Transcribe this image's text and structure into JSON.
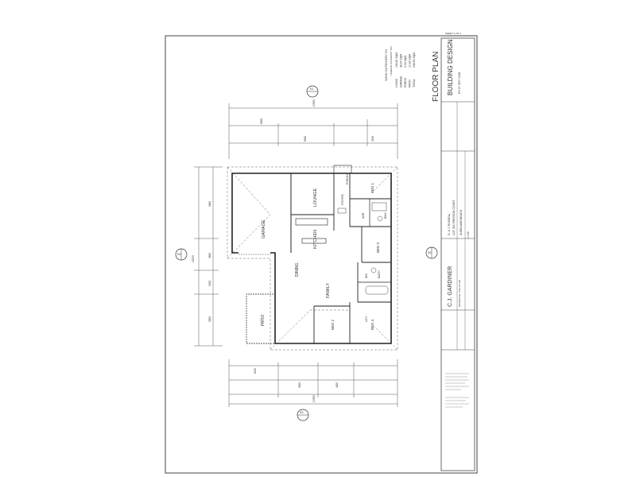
{
  "title_block": {
    "title": "FLOOR PLAN",
    "company": "BUILDING DESIGN",
    "designer": "C.J. GARDINER",
    "client": "G. & J. RUSSELL",
    "location": "LOT 320 TRESSON COURT",
    "suburb": "SUDELAND BEACH",
    "scale": "1:100",
    "phone": "PH 07 3297 0168"
  },
  "wind": {
    "category": "WIND CATEGORY C2",
    "note": "TERRAIN CATEGORY TC2"
  },
  "areas": [
    {
      "label": "LIVING",
      "value": "196.80 SQM"
    },
    {
      "label": "GARAGE",
      "value": "38.67 SQM"
    },
    {
      "label": "PORCH",
      "value": "3.24 SQM"
    },
    {
      "label": "PATIO",
      "value": "10.92 SQM"
    },
    {
      "label": "TOTAL",
      "value": "249.63 SQM"
    }
  ],
  "rooms": {
    "garage": "GARAGE",
    "lounge": "LOUNGE",
    "kitchen": "KITCHEN",
    "dining": "DINING",
    "family": "FAMILY",
    "patio": "PATIO",
    "bed1": "BED 1",
    "bed2": "BED 2",
    "bed3": "BED 3",
    "bed4": "BED 4",
    "ens": "ENS",
    "wc": "WC",
    "bath": "BATH",
    "wir": "WIR",
    "foyer": "FOYER",
    "ldy": "LDY",
    "porch": "PORCH"
  },
  "dimensions": {
    "overall_top": "17600",
    "overall_side": "12255",
    "top_a": "8000",
    "top_b": "6000",
    "top_c": "3290",
    "side_a": "5600",
    "side_b": "3600",
    "side_c": "1900",
    "side_d": "3000",
    "bottom_a": "6219",
    "bottom_b": "3000",
    "bottom_c": "4000",
    "bottom_d": "17600"
  },
  "markers": {
    "north": "01",
    "east": "02",
    "south": "03",
    "west": "04"
  },
  "notes": {
    "edge_note": "SHEET 1 OF 1",
    "design_ref": "DESIGN No. CJG-14-320"
  }
}
